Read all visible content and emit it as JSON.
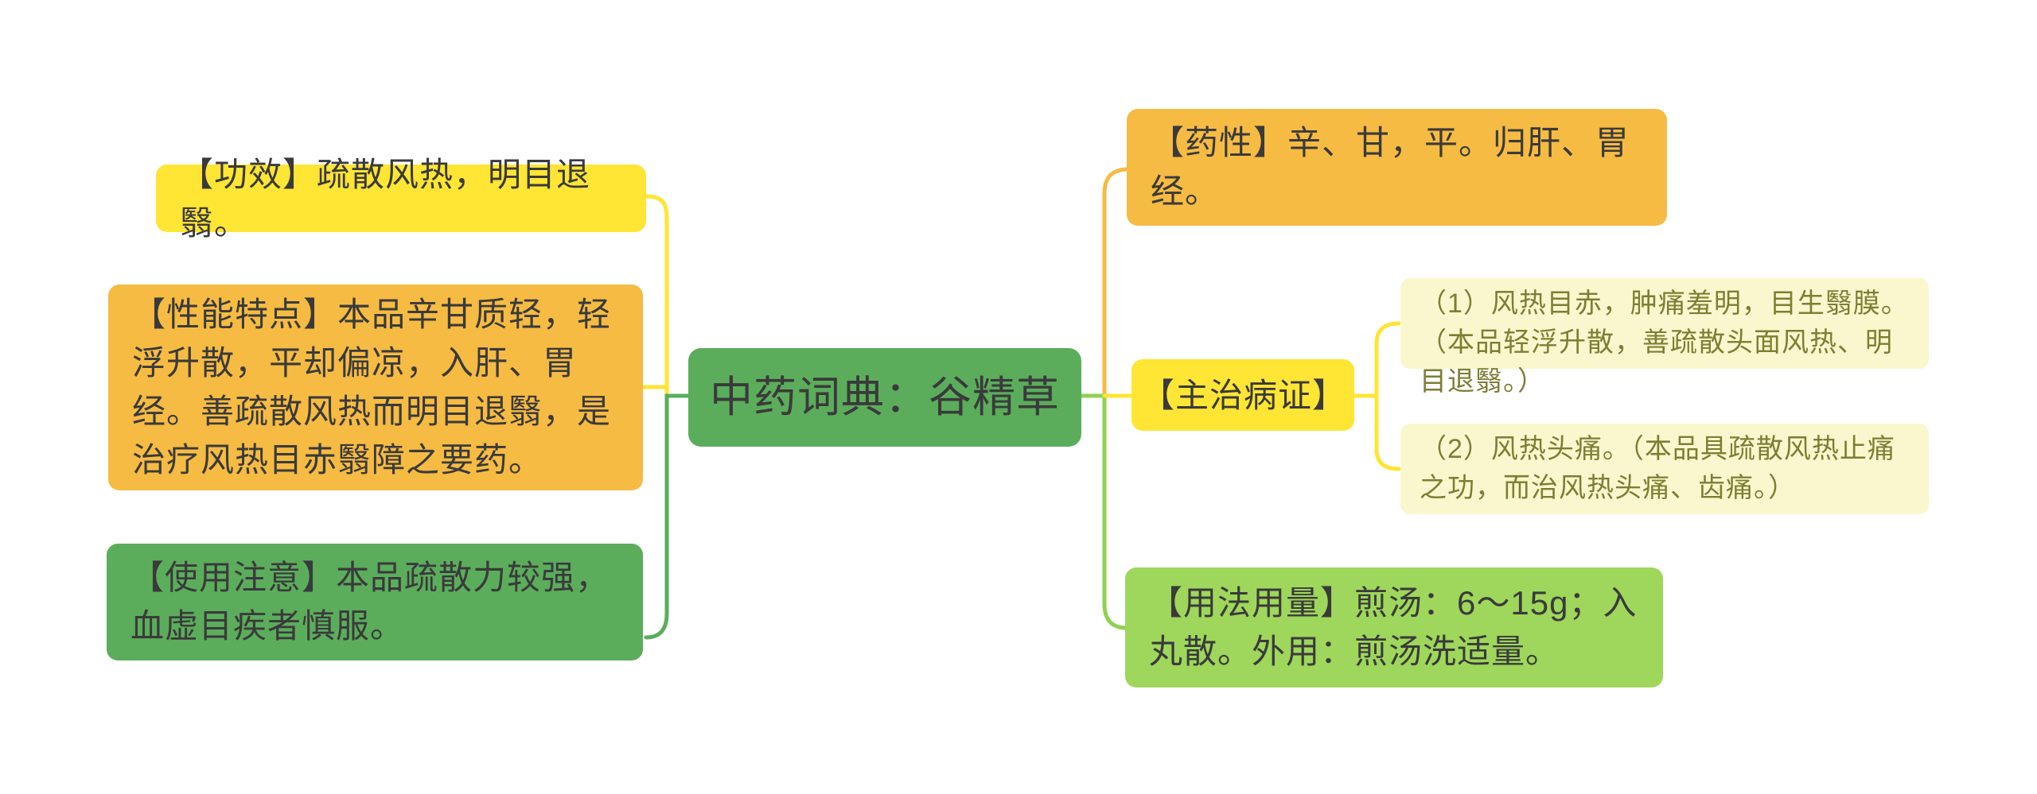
{
  "diagram": {
    "type": "mindmap",
    "background": "#ffffff",
    "root": {
      "label": "中药词典：谷精草",
      "color": "#5bad5c"
    },
    "colors": {
      "bright_yellow": "#ffe534",
      "amber": "#f6bb43",
      "green": "#5bad5c",
      "light_green": "#9ed75b",
      "light_green_line": "#8fd150",
      "cream": "#faf7ce",
      "olive_text": "#7e7e33",
      "dark_text": "#3a3a3a"
    },
    "left_branches": {
      "gongxiao": {
        "text": "【功效】疏散风热，明目退翳。",
        "color": "#ffe534"
      },
      "xingneng": {
        "text": "【性能特点】本品辛甘质轻，轻浮升散，平却偏凉，入肝、胃经。善疏散风热而明目退翳，是治疗风热目赤翳障之要药。",
        "color": "#f6bb43"
      },
      "shiyong": {
        "text": "【使用注意】本品疏散力较强，血虚目疾者慎服。",
        "color": "#5bad5c"
      }
    },
    "right_branches": {
      "yaoxing": {
        "text": "【药性】辛、甘，平。归肝、胃经。",
        "color": "#f6bb43"
      },
      "zhuzhi": {
        "text": "【主治病证】",
        "color": "#ffe534",
        "children": {
          "item1": {
            "text": "（1）风热目赤，肿痛羞明，目生翳膜。（本品轻浮升散，善疏散头面风热、明目退翳。）",
            "color": "#faf7ce"
          },
          "item2": {
            "text": "（2）风热头痛。（本品具疏散风热止痛之功，而治风热头痛、齿痛。）",
            "color": "#faf7ce"
          }
        }
      },
      "yongfa": {
        "text": "【用法用量】煎汤：6～15g；入丸散。外用：煎汤洗适量。",
        "color": "#9ed75b"
      }
    }
  }
}
